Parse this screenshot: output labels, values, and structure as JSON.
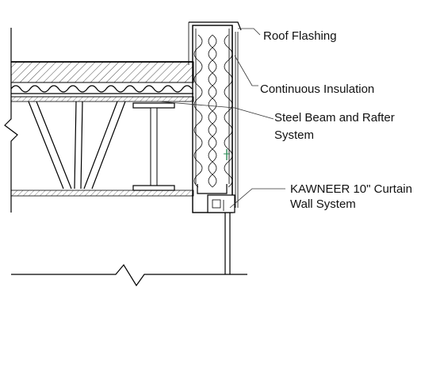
{
  "labels": {
    "roof_flashing": "Roof Flashing",
    "continuous_insulation": "Continuous Insulation",
    "steel_beam_line1": "Steel Beam and Rafter",
    "steel_beam_line2": "System",
    "curtain_wall_line1": "KAWNEER 10\" Curtain",
    "curtain_wall_line2": "Wall System"
  }
}
